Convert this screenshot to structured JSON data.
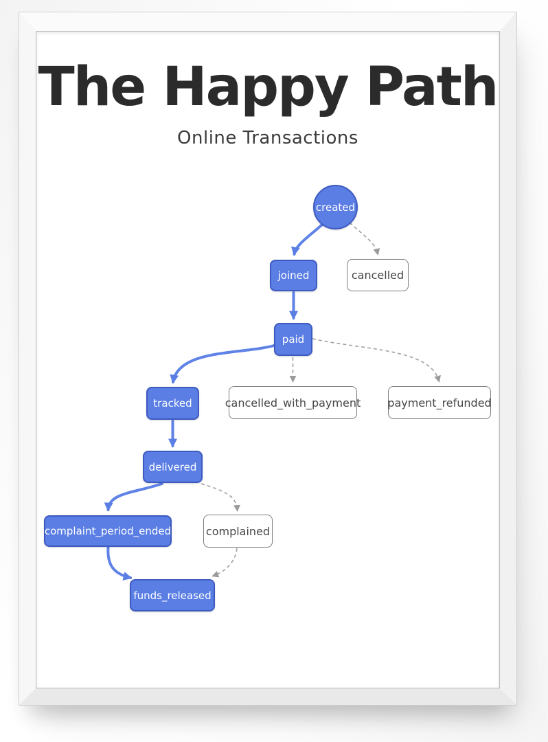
{
  "poster": {
    "title": "The Happy Path",
    "subtitle": "Online Transactions"
  },
  "diagram": {
    "nodes": [
      {
        "id": "created",
        "label": "created",
        "shape": "circle",
        "style": "happy"
      },
      {
        "id": "joined",
        "label": "joined",
        "shape": "rect",
        "style": "happy"
      },
      {
        "id": "cancelled",
        "label": "cancelled",
        "shape": "rect",
        "style": "neutral"
      },
      {
        "id": "paid",
        "label": "paid",
        "shape": "rect",
        "style": "happy"
      },
      {
        "id": "tracked",
        "label": "tracked",
        "shape": "rect",
        "style": "happy"
      },
      {
        "id": "cancelled_with_payment",
        "label": "cancelled_with_payment",
        "shape": "rect",
        "style": "neutral"
      },
      {
        "id": "payment_refunded",
        "label": "payment_refunded",
        "shape": "rect",
        "style": "neutral"
      },
      {
        "id": "delivered",
        "label": "delivered",
        "shape": "rect",
        "style": "happy"
      },
      {
        "id": "complaint_period_ended",
        "label": "complaint_period_ended",
        "shape": "rect",
        "style": "happy"
      },
      {
        "id": "complained",
        "label": "complained",
        "shape": "rect",
        "style": "neutral"
      },
      {
        "id": "funds_released",
        "label": "funds_released",
        "shape": "rect",
        "style": "happy"
      }
    ],
    "edges": [
      {
        "from": "created",
        "to": "joined",
        "type": "solid-happy"
      },
      {
        "from": "created",
        "to": "cancelled",
        "type": "dashed"
      },
      {
        "from": "joined",
        "to": "paid",
        "type": "solid-happy"
      },
      {
        "from": "paid",
        "to": "tracked",
        "type": "solid-happy"
      },
      {
        "from": "paid",
        "to": "cancelled_with_payment",
        "type": "dashed"
      },
      {
        "from": "paid",
        "to": "payment_refunded",
        "type": "dashed"
      },
      {
        "from": "tracked",
        "to": "delivered",
        "type": "solid-happy"
      },
      {
        "from": "delivered",
        "to": "complaint_period_ended",
        "type": "solid-happy"
      },
      {
        "from": "delivered",
        "to": "complained",
        "type": "dashed"
      },
      {
        "from": "complaint_period_ended",
        "to": "funds_released",
        "type": "solid-happy"
      },
      {
        "from": "complained",
        "to": "funds_released",
        "type": "dashed"
      }
    ],
    "colors": {
      "happy_node_fill": "#5b7ee5",
      "happy_node_border": "#3d5ac0",
      "happy_node_text": "#ffffff",
      "happy_edge": "#5f82e6",
      "neutral_node_fill": "#ffffff",
      "neutral_node_border": "#7d7d7d",
      "neutral_node_text": "#454545",
      "neutral_edge": "#a0a0a0",
      "title_text": "#2b2b2b",
      "frame": "#f5f5f5",
      "poster_background": "#ffffff"
    }
  }
}
